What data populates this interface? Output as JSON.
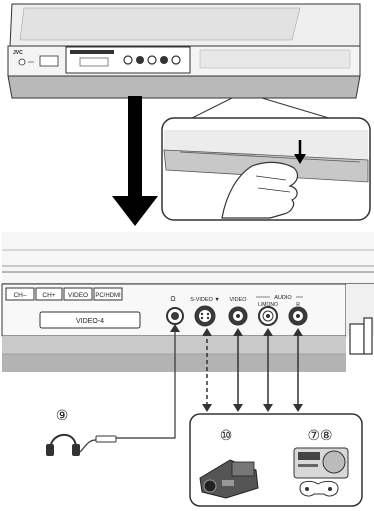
{
  "top_panel": {
    "brand": "JVC"
  },
  "front_panel": {
    "buttons": [
      {
        "id": "ch-minus",
        "label": "CH–"
      },
      {
        "id": "ch-plus",
        "label": "CH+"
      },
      {
        "id": "video",
        "label": "VIDEO"
      },
      {
        "id": "pc-hdmi",
        "label": "PC/HDMI"
      }
    ],
    "input_badge": "VIDEO-4",
    "headphone_glyph": "Ω",
    "jack_labels": {
      "svideo": "S-VIDEO ▼",
      "video": "VIDEO",
      "audio": "AUDIO",
      "lmono": "L/MONO",
      "r": "R"
    }
  },
  "callouts": {
    "headphones": "⑨",
    "camcorder": "⑩",
    "game_devices": "⑦⑧"
  },
  "colors": {
    "panel_light": "#eeeeee",
    "panel_mid": "#d4d4d4",
    "panel_dark": "#9a9a9a",
    "jack_fill": "#3a3a3a",
    "arrow_dark": "#000000",
    "outline": "#333333"
  }
}
